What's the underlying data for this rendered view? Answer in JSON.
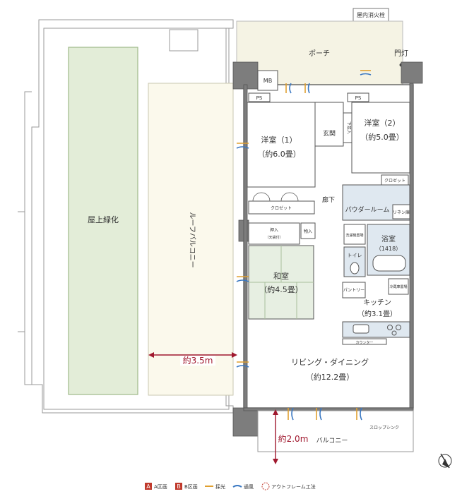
{
  "rooms": {
    "rooftop_greening": "屋上緑化",
    "roof_balcony": "ルーフバルコニー",
    "porch": "ポーチ",
    "gate_light": "門灯",
    "indoor_hydrant": "屋内消火栓",
    "mb": "MB",
    "ps": "PS",
    "western1_name": "洋室（1）",
    "western1_size": "（約6.0畳）",
    "western2_name": "洋室（2）",
    "western2_size": "（約5.0畳）",
    "entrance": "玄関",
    "hallway": "廊下",
    "closet": "クロゼット",
    "closet2": "クロゼット",
    "oshiire": "押入",
    "oshiire_sub": "（天袋付）",
    "storage": "物入",
    "powder_room": "パウダールーム",
    "linen": "リネン庫",
    "laundry": "洗濯機置場",
    "bath_name": "浴室",
    "bath_size": "（1418）",
    "toilet": "トイレ",
    "washitsu_name": "和室",
    "washitsu_size": "（約4.5畳）",
    "kitchen_name": "キッチン",
    "kitchen_size": "（約3.1畳）",
    "pantry": "パントリー",
    "fridge": "冷蔵庫置場",
    "counter": "カウンター",
    "ld_name": "リビング・ダイニング",
    "ld_size": "（約12.2畳）",
    "balcony": "バルコニー",
    "slop_sink": "スロップシンク",
    "shoe_box": "下足入"
  },
  "dimensions": {
    "roof_depth": "約3.5m",
    "balcony_depth": "約2.0m"
  },
  "legend": {
    "a_badge": "A",
    "a_label": "A区画",
    "b_badge": "B",
    "b_label": "B区画",
    "light": "採光",
    "ventilation": "通風",
    "outframe": "アウトフレーム工法"
  },
  "colors": {
    "porch_fill": "#f5f3e4",
    "interior_fill": "#ffffff",
    "tatami_fill": "#e7efe2",
    "green_fill": "#e3edd8",
    "green_stroke": "#9fb98a",
    "roof_fill": "#fbf9ec",
    "wall_fill": "#7d7d7d",
    "wet_fill": "#dfe8f0",
    "accent_red": "#c0392b",
    "light_orange": "#e0a030",
    "wind_blue": "#3a78c2"
  }
}
